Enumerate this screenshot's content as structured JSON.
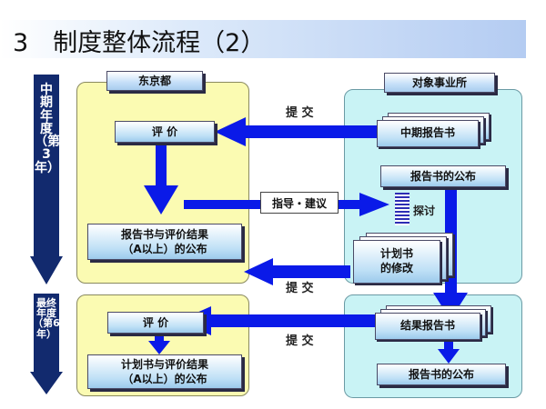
{
  "title": "3　制度整体流程（2）",
  "phases": {
    "mid": "中期年度（第3年）",
    "final": "最终年度（第6年）"
  },
  "actors": {
    "tokyo": "东京都",
    "target": "对象事业所"
  },
  "boxes": {
    "evaluate_mid": "评 价",
    "mid_report": "中期报告书",
    "report_publish_mid": "报告书的公布",
    "report_eval_publish": "报告书与评价结果\n（A以上）的公布",
    "plan_revision": "计划书\n的修改",
    "evaluate_final": "评 价",
    "result_report": "结果报告书",
    "plan_eval_publish": "计划书与评价结果\n（A以上）的公布",
    "report_publish_final": "报告书的公布"
  },
  "labels": {
    "submit_1": "提 交",
    "guidance": "指导・建议",
    "discuss": "探讨",
    "submit_2": "提 交",
    "submit_3": "提 交"
  },
  "colors": {
    "arrow_blue": "#0a1ae8",
    "phase_navy": "#122a6e",
    "panel_yellow": "#fbfbb2",
    "panel_cyan": "#c9f3f5"
  }
}
